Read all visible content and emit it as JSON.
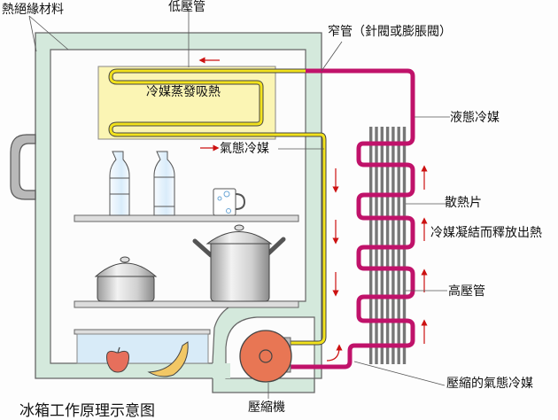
{
  "title": "冰箱工作原理示意图",
  "labels": {
    "insulation": "熱絕緣材料",
    "low_pressure_pipe": "低壓管",
    "capillary": "窄管（針閥或膨脹閥）",
    "evaporator": "冷媒蒸發吸熱",
    "liquid_refrigerant": "液態冷媒",
    "gas_refrigerant": "氣態冷媒",
    "heat_sink": "散熱片",
    "condensing": "冷媒凝結而釋放出熱",
    "high_pressure_pipe": "高壓管",
    "compressed_gas": "壓縮的氣態冷媒",
    "compressor": "壓縮機"
  },
  "colors": {
    "insulation": "#d4e9dc",
    "wall_outline": "#666666",
    "evaporator_panel": "#fbf5b4",
    "low_pressure_pipe": "#f2e21c",
    "high_pressure_pipe": "#c0126a",
    "compressor": "#e87654",
    "arrow": "#cc1111",
    "fin": "#777777",
    "crisper": "#d8ebf8"
  }
}
